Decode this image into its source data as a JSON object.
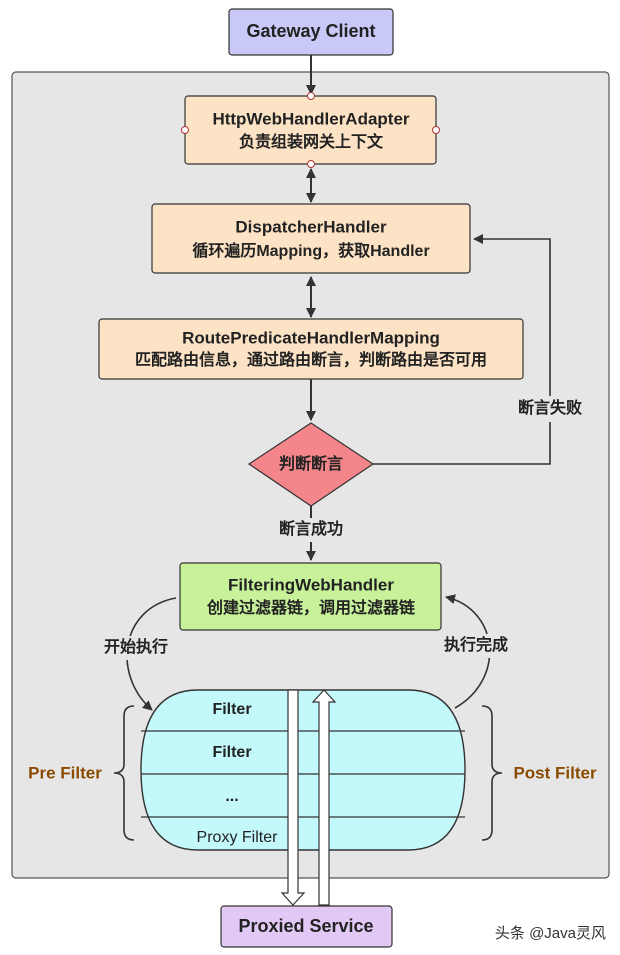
{
  "nodes": {
    "client": "Gateway Client",
    "adapter": {
      "title": "HttpWebHandlerAdapter",
      "desc": "负责组装网关上下文"
    },
    "dispatcher": {
      "title": "DispatcherHandler",
      "desc": "循环遍历Mapping，获取Handler"
    },
    "mapping": {
      "title": "RoutePredicateHandlerMapping",
      "desc": "匹配路由信息，通过路由断言，判断路由是否可用"
    },
    "decision": "判断断言",
    "filtering": {
      "title": "FilteringWebHandler",
      "desc": "创建过滤器链，调用过滤器链"
    },
    "proxied": "Proxied Service"
  },
  "edge_labels": {
    "fail": "断言失败",
    "success": "断言成功",
    "start": "开始执行",
    "finish": "执行完成"
  },
  "filters": [
    "Filter",
    "Filter",
    "...",
    "Proxy Filter"
  ],
  "brackets": {
    "pre": "Pre Filter",
    "post": "Post Filter"
  },
  "watermark": "头条 @Java灵风",
  "colors": {
    "client": "#c9c9f7",
    "handler": "#fde3c6",
    "decision": "#f4868b",
    "filtering": "#c7f29a",
    "filters": "#c4f9fb",
    "proxied": "#e1c8f5",
    "frame": "#e6e6e6",
    "bracket_text": "#8a4b00"
  }
}
